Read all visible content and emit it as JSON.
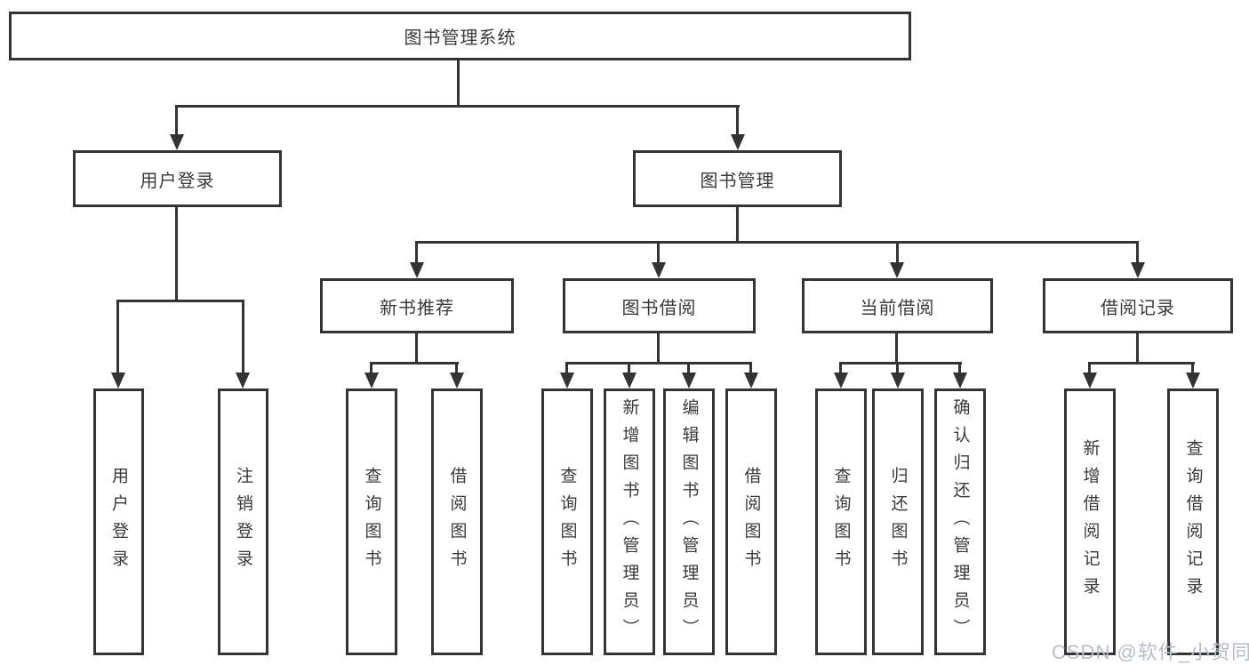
{
  "diagram": {
    "title": "图书管理系统",
    "level2": [
      {
        "label": "用户登录"
      },
      {
        "label": "图书管理"
      }
    ],
    "level3": [
      {
        "label": "新书推荐",
        "parent": "图书管理"
      },
      {
        "label": "图书借阅",
        "parent": "图书管理"
      },
      {
        "label": "当前借阅",
        "parent": "图书管理"
      },
      {
        "label": "借阅记录",
        "parent": "图书管理"
      }
    ],
    "leaves": [
      {
        "label": "用户登录",
        "parent": "用户登录"
      },
      {
        "label": "注销登录",
        "parent": "用户登录"
      },
      {
        "label": "查询图书",
        "parent": "新书推荐"
      },
      {
        "label": "借阅图书",
        "parent": "新书推荐"
      },
      {
        "label": "查询图书",
        "parent": "图书借阅"
      },
      {
        "label": "新增图书（管理员）",
        "parent": "图书借阅"
      },
      {
        "label": "编辑图书（管理员）",
        "parent": "图书借阅"
      },
      {
        "label": "借阅图书",
        "parent": "图书借阅"
      },
      {
        "label": "查询图书",
        "parent": "当前借阅"
      },
      {
        "label": "归还图书",
        "parent": "当前借阅"
      },
      {
        "label": "确认归还（管理员）",
        "parent": "当前借阅"
      },
      {
        "label": "新增借阅记录",
        "parent": "借阅记录"
      },
      {
        "label": "查询借阅记录",
        "parent": "借阅记录"
      }
    ]
  },
  "watermark": {
    "text": "CSDN @软件_小贺同学"
  },
  "colors": {
    "line": "#333333",
    "text": "#3a3a3a",
    "background": "#ffffff",
    "watermark": "#b9bdc6"
  }
}
